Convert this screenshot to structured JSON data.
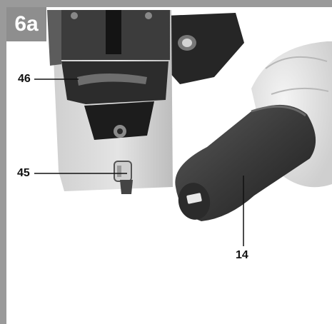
{
  "figure": {
    "badge": "6a",
    "callouts": {
      "c46": "46",
      "c45": "45",
      "c14": "14"
    }
  }
}
